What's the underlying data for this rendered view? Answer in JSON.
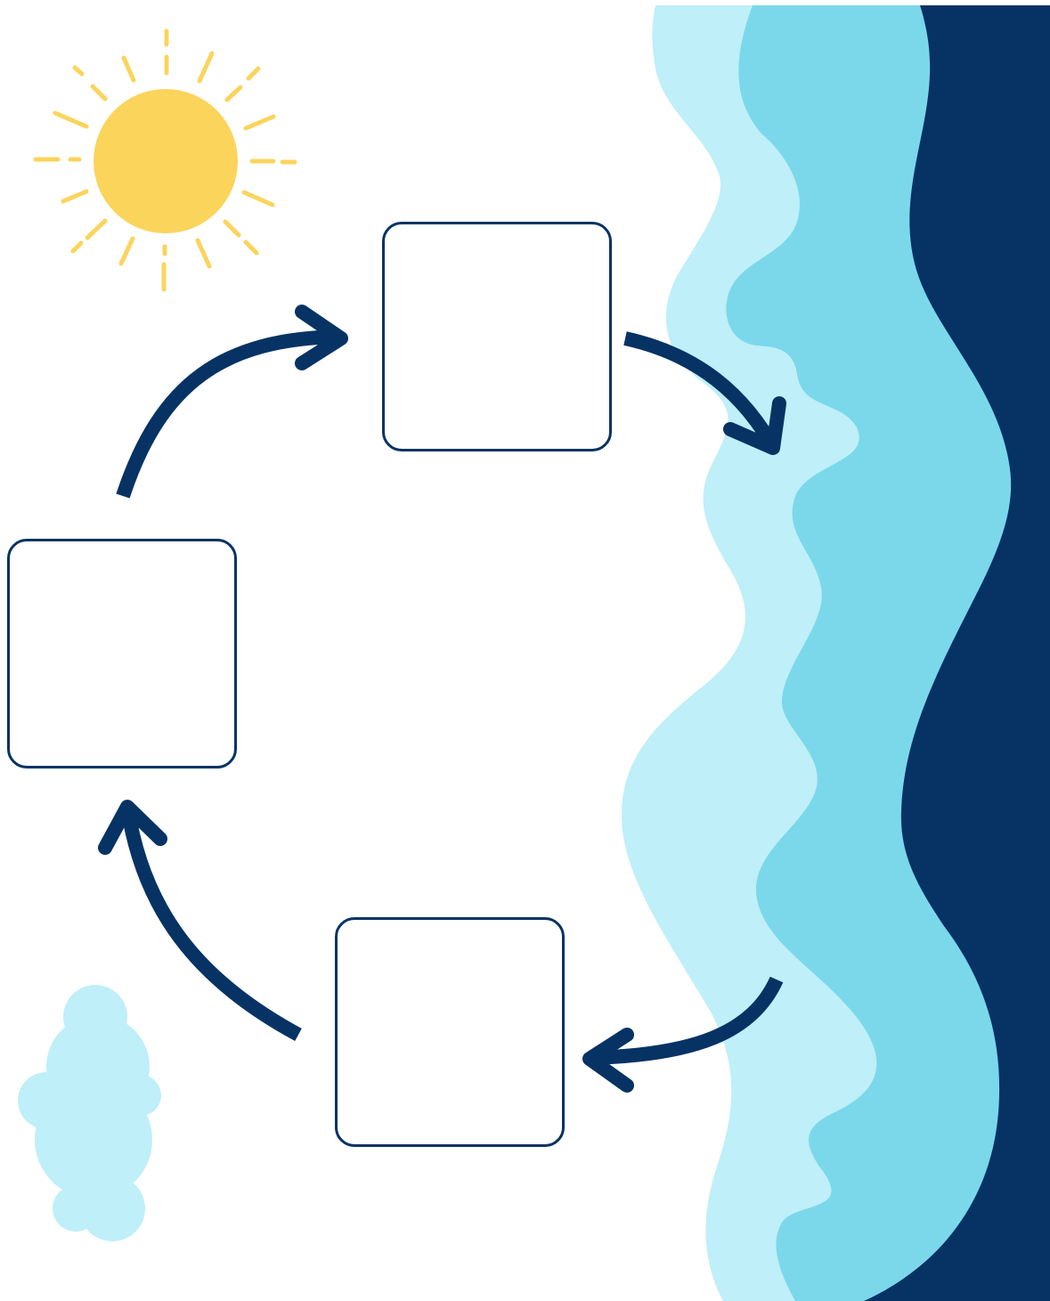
{
  "colors": {
    "background": "#ffffff",
    "sun": "#fbd45c",
    "sun_rays": "#fbd45c",
    "arrow": "#063364",
    "box_border": "#063364",
    "water_light": "#bfeff8",
    "water_mid": "#7bd8eb",
    "water_dark": "#063364",
    "cloud": "#bfeff8"
  },
  "diagram": {
    "stages": [
      {
        "id": "top",
        "label": ""
      },
      {
        "id": "left",
        "label": ""
      },
      {
        "id": "bottom",
        "label": ""
      }
    ],
    "icons": [
      "sun-icon",
      "cloud-icon",
      "ocean-waves"
    ],
    "arrows": [
      "left-to-top",
      "top-to-water",
      "water-to-bottom",
      "bottom-to-left"
    ]
  }
}
